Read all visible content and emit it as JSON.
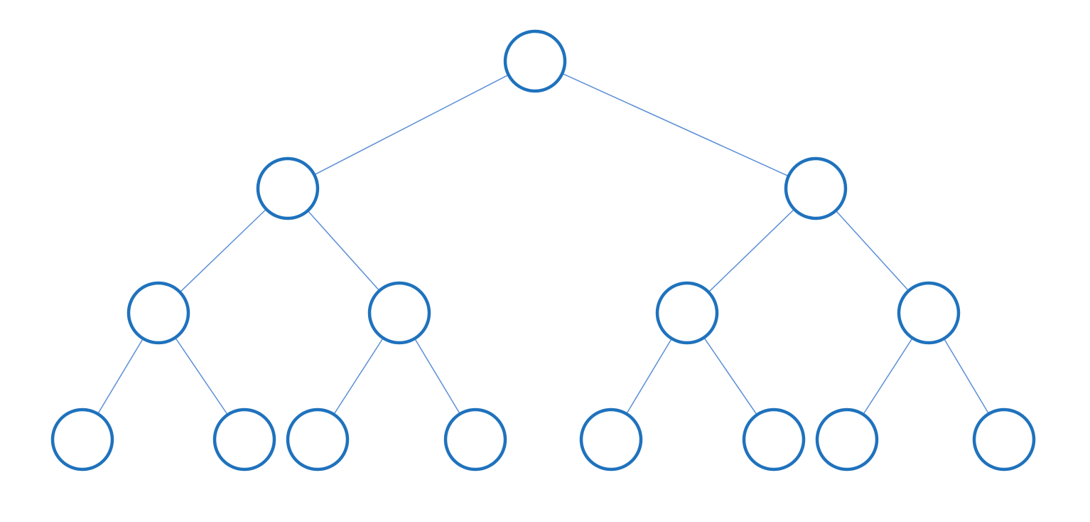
{
  "colors": {
    "node_stroke": "#1f72bd",
    "edge_stroke": "#5b8fd6",
    "background": "#ffffff"
  },
  "tree": {
    "levels": 4,
    "node_count": 15,
    "edge_count": 14,
    "nodes": [
      {
        "id": "n0",
        "level": 0,
        "parent": null
      },
      {
        "id": "n1",
        "level": 1,
        "parent": "n0"
      },
      {
        "id": "n2",
        "level": 1,
        "parent": "n0"
      },
      {
        "id": "n3",
        "level": 2,
        "parent": "n1"
      },
      {
        "id": "n4",
        "level": 2,
        "parent": "n1"
      },
      {
        "id": "n5",
        "level": 2,
        "parent": "n2"
      },
      {
        "id": "n6",
        "level": 2,
        "parent": "n2"
      },
      {
        "id": "n7",
        "level": 3,
        "parent": "n3"
      },
      {
        "id": "n8",
        "level": 3,
        "parent": "n3"
      },
      {
        "id": "n9",
        "level": 3,
        "parent": "n4"
      },
      {
        "id": "n10",
        "level": 3,
        "parent": "n4"
      },
      {
        "id": "n11",
        "level": 3,
        "parent": "n5"
      },
      {
        "id": "n12",
        "level": 3,
        "parent": "n5"
      },
      {
        "id": "n13",
        "level": 3,
        "parent": "n6"
      },
      {
        "id": "n14",
        "level": 3,
        "parent": "n6"
      }
    ]
  }
}
